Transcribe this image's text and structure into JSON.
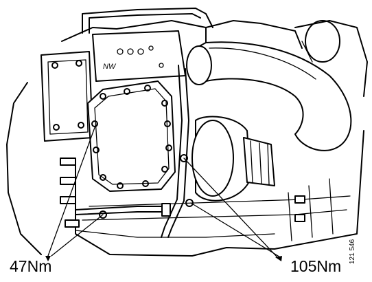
{
  "labels": {
    "torque_left": "47Nm",
    "torque_right": "105Nm",
    "figure_ref": "121 546",
    "cover_marking": "NW"
  },
  "colors": {
    "line": "#000000",
    "background": "#ffffff"
  }
}
